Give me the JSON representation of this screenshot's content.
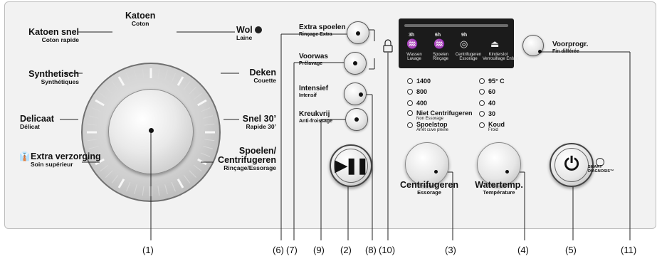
{
  "dial": {
    "programs": {
      "katoen": {
        "main": "Katoen",
        "sub": "Coton"
      },
      "katoen_snel": {
        "main": "Katoen snel",
        "sub": "Coton rapide"
      },
      "synthetisch": {
        "main": "Synthetisch",
        "sub": "Synthétiques"
      },
      "delicaat": {
        "main": "Delicaat",
        "sub": "Délicat"
      },
      "extra_verzorging": {
        "main": "Extra verzorging",
        "sub": "Soin supérieur"
      },
      "wol": {
        "main": "Wol",
        "sub": "Laine"
      },
      "deken": {
        "main": "Deken",
        "sub": "Couette"
      },
      "snel30": {
        "main": "Snel 30’",
        "sub": "Rapide 30’"
      },
      "spoelen_l1": "Spoelen/",
      "spoelen_l2": "Centrifugeren",
      "spoelen_sub": "Rinçage/Essorage"
    }
  },
  "options": {
    "extra_spoelen": {
      "main": "Extra spoelen",
      "sub": "Rinçage Extra"
    },
    "voorwas": {
      "main": "Voorwas",
      "sub": "Prélavage"
    },
    "intensief": {
      "main": "Intensief",
      "sub": "Intensif"
    },
    "kreukvrij": {
      "main": "Kreukvrij",
      "sub": "Anti-froissage"
    }
  },
  "display": {
    "times": [
      "3h",
      "6h",
      "9h"
    ],
    "stages": [
      {
        "l1": "Wassen",
        "l2": "Lavage"
      },
      {
        "l1": "Spoelen",
        "l2": "Rinçage"
      },
      {
        "l1": "Centrifugeren",
        "l2": "Essorage"
      },
      {
        "l1": "Kinderslot",
        "l2": "Verrouillage Enfant"
      }
    ]
  },
  "delay": {
    "main": "Voorprogr.",
    "sub": "Fin différée"
  },
  "spin": {
    "values": [
      "1400",
      "800",
      "400"
    ],
    "no_spin": {
      "main": "Niet Centrifugeren",
      "sub": "Non Essorage"
    },
    "rinse_hold": {
      "main": "Spoelstop",
      "sub": "Arrêt cuve pleine"
    },
    "knob": {
      "main": "Centrifugeren",
      "sub": "Essorage"
    }
  },
  "temp": {
    "values": [
      "95° C",
      "60",
      "40",
      "30"
    ],
    "cold": {
      "main": "Koud",
      "sub": "Froid"
    },
    "knob": {
      "main": "Watertemp.",
      "sub": "Température"
    }
  },
  "smart": {
    "l1": "SMART",
    "l2": "DIAGNOSIS™"
  },
  "numbers": {
    "n1": "(1)",
    "n6": "(6)",
    "n7": "(7)",
    "n9": "(9)",
    "n2": "(2)",
    "n8": "(8)",
    "n10": "(10)",
    "n3": "(3)",
    "n4": "(4)",
    "n5": "(5)",
    "n11": "(11)"
  }
}
